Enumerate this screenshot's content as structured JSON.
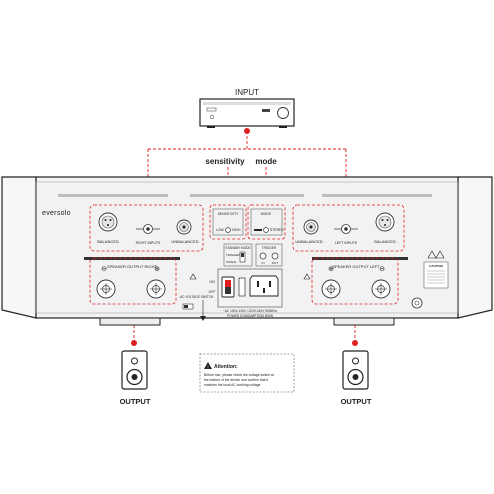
{
  "labels": {
    "input": "INPUT",
    "sensitivity": "sensitivity",
    "mode": "mode",
    "output_left": "OUTPUT",
    "output_right": "OUTPUT"
  },
  "panel": {
    "brand": "eversolo",
    "right_inputs": "RIGHT INPUTS",
    "left_inputs": "LEFT INPUTS",
    "balanced_r": "BALANCED",
    "unbalanced_r": "UNBALANCED",
    "unbalanced_l": "UNBALANCED",
    "balanced_l": "BALANCED",
    "sensitivity_label": "SENSITIVITY",
    "sens_low": "LOW",
    "sens_high": "HIGH",
    "mode_label": "MODE",
    "mode_a": "",
    "mode_b": "STEREO",
    "standby_mode": "STANDBY MODE",
    "trigger": "TRIGGER",
    "signal": "SIGNAL",
    "trigger_in": "IN",
    "trigger_out": "OUT",
    "speaker_right": "SPEAKER OUTPUT RIGHT",
    "speaker_left": "SPEAKER OUTPUT LEFT",
    "on": "ON",
    "off": "OFF",
    "power_line1": "~AC 100V-120V / 220V-240V   50/60Hz",
    "power_line2": "POWER CONSUMPTION  500W",
    "voltage_switch": "AC VOLTAGE SWITCH",
    "caution": "CAUTION",
    "minus": "⊖",
    "plus": "⊕"
  },
  "attention": {
    "title": "Attention:",
    "line1": "Before use, please check the voltage switch at",
    "line2": "the bottom of the device and confirm that it",
    "line3": "matches the local AC working voltage."
  },
  "colors": {
    "accent": "#e02020",
    "panel": "#f2f2f2",
    "outline": "#333333"
  }
}
